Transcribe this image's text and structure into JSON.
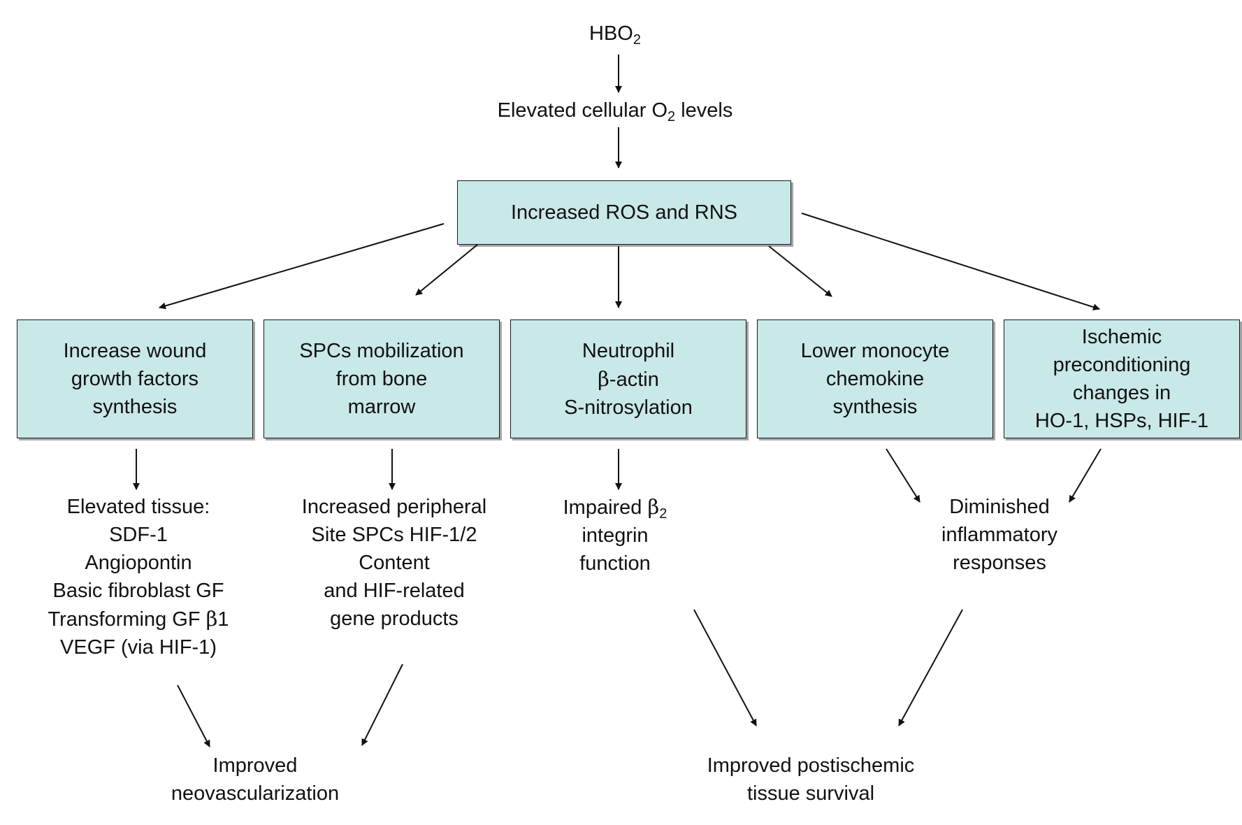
{
  "hbo2": {
    "base": "HBO",
    "sub": "2"
  },
  "elevated_o2": {
    "before": "Elevated cellular O",
    "sub": "2",
    "after": " levels"
  },
  "ros_box": "Increased ROS and RNS",
  "box_wound": [
    "Increase wound",
    "growth factors",
    "synthesis"
  ],
  "box_spcs": [
    "SPCs mobilization",
    "from bone",
    "marrow"
  ],
  "box_neutrophil": {
    "line1": "Neutrophil",
    "line2_greek": "β",
    "line2_rest": "-actin",
    "line3": "S-nitrosylation"
  },
  "box_monocyte": [
    "Lower monocyte",
    "chemokine",
    "synthesis"
  ],
  "box_ischemic": [
    "Ischemic",
    "preconditioning",
    "changes in",
    "HO-1, HSPs, HIF-1"
  ],
  "tissue_text": {
    "l1": "Elevated tissue:",
    "l2": "SDF-1",
    "l3": "Angiopontin",
    "l4": "Basic fibroblast GF",
    "l5_text": "Transforming GF ",
    "l5_greek": "β",
    "l5_end": "1",
    "l6": "VEGF (via HIF-1)"
  },
  "peripheral_text": [
    "Increased peripheral",
    "Site SPCs HIF-1/2",
    "Content",
    "and HIF-related",
    "gene products"
  ],
  "integrin_text": {
    "l1_text": "Impaired ",
    "l1_greek": "β",
    "l1_sub": "2",
    "l2": "integrin",
    "l3": "function"
  },
  "inflammatory_text": [
    "Diminished",
    "inflammatory",
    "responses"
  ],
  "neovascularization_text": [
    "Improved",
    "neovascularization"
  ],
  "survival_text": [
    "Improved postischemic",
    "tissue survival"
  ],
  "colors": {
    "box_fill": "#c9e8e8",
    "box_border": "#1a1a1a",
    "arrow": "#111111"
  }
}
